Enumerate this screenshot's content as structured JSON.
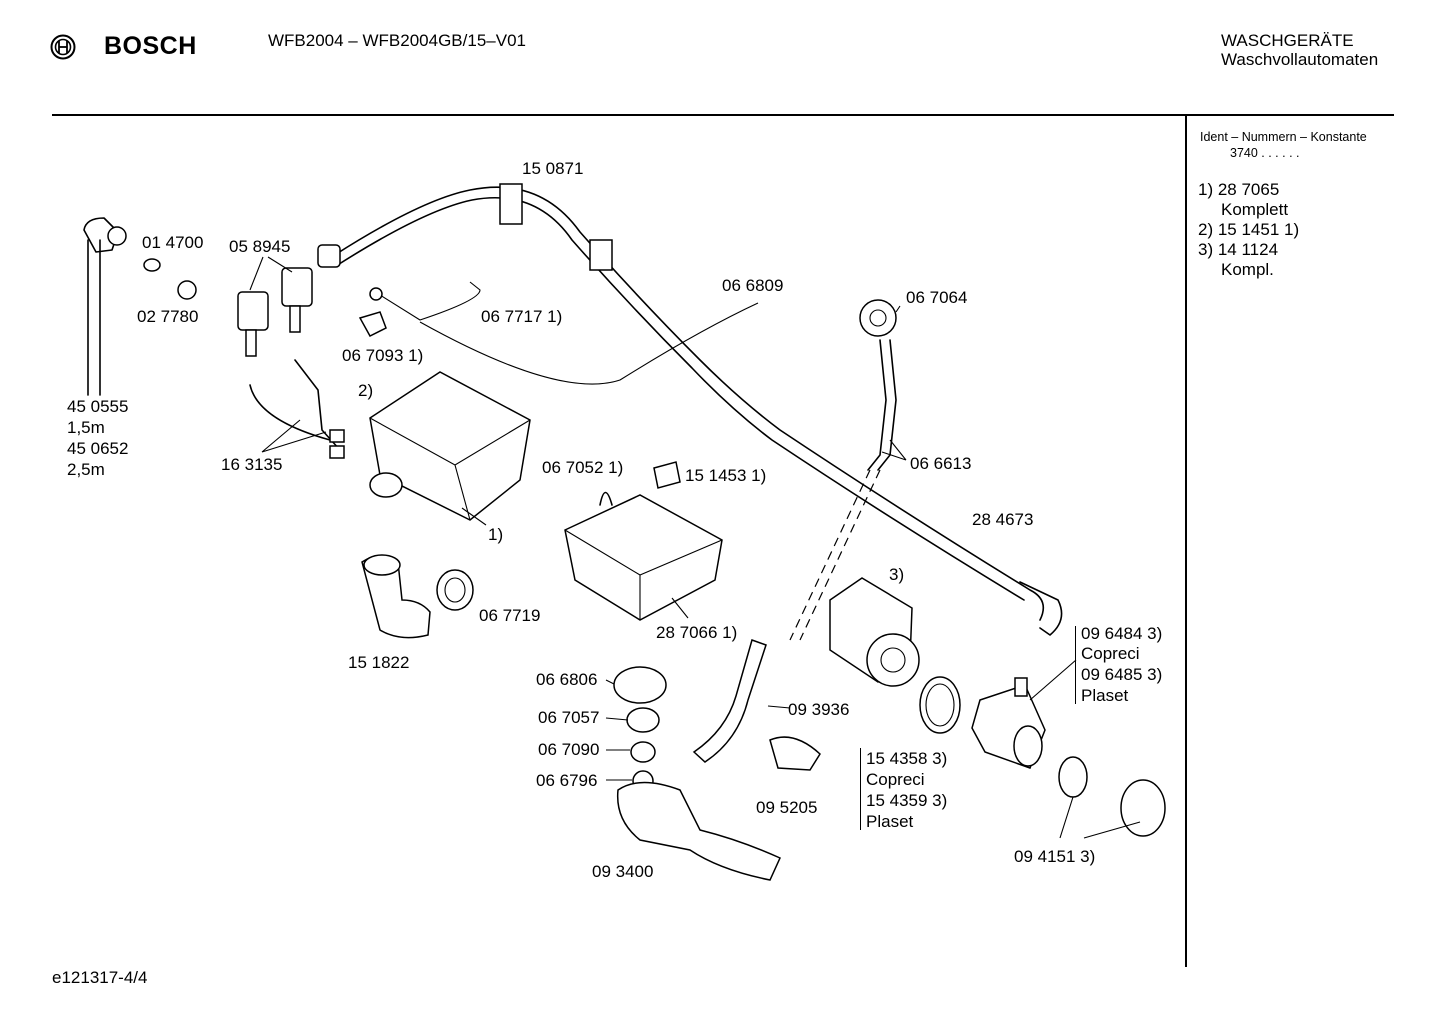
{
  "header": {
    "brand": "BOSCH",
    "model": "WFB2004 – WFB2004GB/15–V01",
    "category_line1": "WASCHGERÄTE",
    "category_line2": "Waschvollautomaten"
  },
  "side_panel": {
    "title": "Ident – Nummern – Konstante",
    "constant": "3740 . .  . . . .",
    "notes": [
      "1) 28 7065",
      "Komplett",
      "2) 15 1451 1)",
      "3) 14 1124",
      "Kompl."
    ]
  },
  "footer": {
    "drawing_id": "e121317-4/4"
  },
  "labels": {
    "l150871": "15 0871",
    "l014700": "01 4700",
    "l058945": "05 8945",
    "l027780": "02 7780",
    "l066809": "06 6809",
    "l067064": "06 7064",
    "l067717": "06 7717  1)",
    "l067093": "06 7093  1)",
    "l2": "2)",
    "l450555": "45 0555",
    "l15m": "1,5m",
    "l450652": "45 0652",
    "l25m": "2,5m",
    "l163135": "16 3135",
    "l066613": "06 6613",
    "l067052": "06 7052  1)",
    "l151453": "15 1453  1)",
    "l1": "1)",
    "l284673": "28 4673",
    "l3": "3)",
    "l067719": "06 7719",
    "l151822": "15 1822",
    "l287066": "28 7066  1)",
    "l096484": "09 6484 3)",
    "lcopreci1": "Copreci",
    "l096485": "09 6485 3)",
    "lplaset1": "Plaset",
    "l066806": "06 6806",
    "l067057": "06 7057",
    "l067090": "06 7090",
    "l066796": "06 6796",
    "l093936": "09 3936",
    "l154358": "15 4358 3)",
    "lcopreci2": "Copreci",
    "l154359": "15 4359 3)",
    "lplaset2": "Plaset",
    "l095205": "09 5205",
    "l094151": "09 4151 3)",
    "l093400": "09 3400"
  }
}
